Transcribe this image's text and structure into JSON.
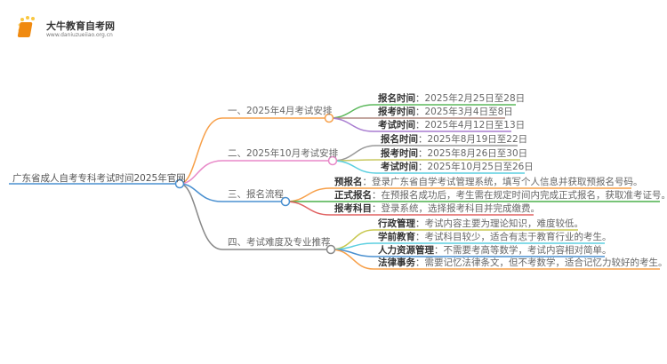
{
  "logo": {
    "name": "大牛教育自考网",
    "url": "www.daniuzueiiao.org.cn",
    "icon": "book-icon"
  },
  "root": {
    "label": "广东省成人自考专科考试时间2025年官网"
  },
  "branches": [
    {
      "label": "一、2025年4月考试安排",
      "color": "#f7a04a",
      "children": [
        {
          "key": "报名时间",
          "value": "：2025年2月25日至28日",
          "color": "#5cb85c"
        },
        {
          "key": "报考时间",
          "value": "：2025年3月4日至8日",
          "color": "#b08a80"
        },
        {
          "key": "考试时间",
          "value": "：2025年4月12日至13日",
          "color": "#a87cd0"
        }
      ]
    },
    {
      "label": "二、2025年10月考试安排",
      "color": "#e889c8",
      "children": [
        {
          "key": "报名时间",
          "value": "：2025年8月19日至22日",
          "color": "#999999"
        },
        {
          "key": "报考时间",
          "value": "：2025年8月26日至30日",
          "color": "#c8c860"
        },
        {
          "key": "考试时间",
          "value": "：2025年10月25日至26日",
          "color": "#5bcfe0"
        }
      ]
    },
    {
      "label": "三、报名流程",
      "color": "#4a90d0",
      "children": [
        {
          "key": "预报名",
          "value": "：登录广东省自学考试管理系统，填写个人信息并获取预报名号码。",
          "color": "#f7a04a"
        },
        {
          "key": "正式报名",
          "value": "：在预报名成功后，考生需在规定时间内完成正式报名，获取准考证号。",
          "color": "#4cb04c"
        },
        {
          "key": "报考科目",
          "value": "：登录系统，选择报考科目并完成缴费。",
          "color": "#e06060"
        }
      ]
    },
    {
      "label": "四、考试难度及专业推荐",
      "color": "#888888",
      "children": [
        {
          "key": "行政管理",
          "value": "：考试内容主要为理论知识，难度较低。",
          "color": "#c8c850"
        },
        {
          "key": "学前教育",
          "value": "：考试科目较少，适合有志于教育行业的考生。",
          "color": "#5bcfe0"
        },
        {
          "key": "人力资源管理",
          "value": "：不需要考高等数学，考试内容相对简单。",
          "color": "#4a90d0"
        },
        {
          "key": "法律事务",
          "value": "：需要记忆法律条文，但不考数学，适合记忆力较好的考生。",
          "color": "#f7a04a"
        }
      ]
    }
  ]
}
